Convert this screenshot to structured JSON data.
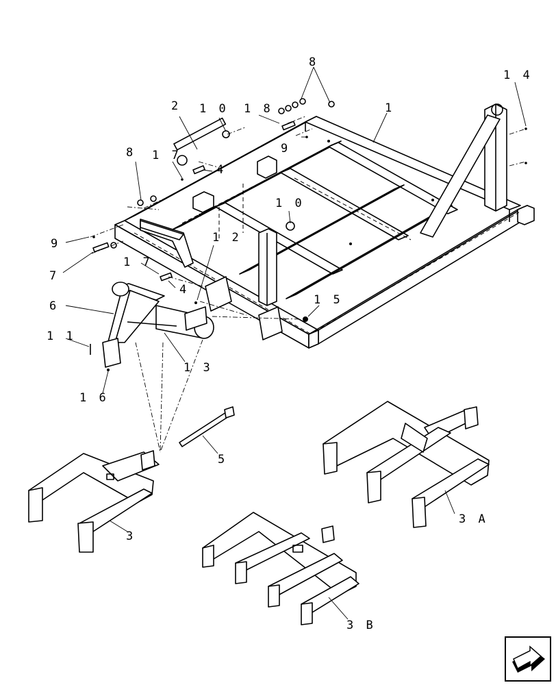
{
  "diagram": {
    "callouts": [
      {
        "id": "c1",
        "text": "1"
      },
      {
        "id": "c2",
        "text": "2"
      },
      {
        "id": "c3",
        "text": "3"
      },
      {
        "id": "c3a",
        "text": "3 A"
      },
      {
        "id": "c3b",
        "text": "3 B"
      },
      {
        "id": "c4a",
        "text": "4"
      },
      {
        "id": "c4b",
        "text": "4"
      },
      {
        "id": "c5",
        "text": "5"
      },
      {
        "id": "c6",
        "text": "6"
      },
      {
        "id": "c7",
        "text": "7"
      },
      {
        "id": "c8a",
        "text": "8"
      },
      {
        "id": "c8b",
        "text": "8"
      },
      {
        "id": "c9a",
        "text": "9"
      },
      {
        "id": "c9b",
        "text": "9"
      },
      {
        "id": "c10a",
        "text": "1 0"
      },
      {
        "id": "c10b",
        "text": "1 0"
      },
      {
        "id": "c11",
        "text": "1 1"
      },
      {
        "id": "c12",
        "text": "1 2"
      },
      {
        "id": "c13",
        "text": "1 3"
      },
      {
        "id": "c14",
        "text": "1 4"
      },
      {
        "id": "c15",
        "text": "1 5"
      },
      {
        "id": "c16",
        "text": "1 6"
      },
      {
        "id": "c17a",
        "text": "1 7"
      },
      {
        "id": "c17b",
        "text": "1 7"
      },
      {
        "id": "c18",
        "text": "1 8"
      }
    ],
    "nav_icon": "next-page-arrow-icon"
  }
}
